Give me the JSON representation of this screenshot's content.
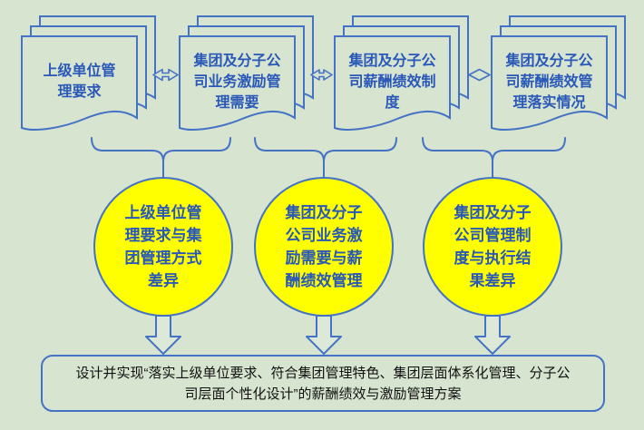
{
  "colors": {
    "background": "#d6e4d0",
    "border_blue": "#4472c4",
    "text_blue": "#2a58b8",
    "circle_fill": "#ffff00",
    "arrow_fill": "#dde9d8",
    "bottom_text": "#111111"
  },
  "documents": [
    {
      "label": "上级单位管\n理要求"
    },
    {
      "label": "集团及分子公\n司业务激励管\n理需要"
    },
    {
      "label": "集团及分子公\n司薪酬绩效制\n度"
    },
    {
      "label": "集团及分子公\n司薪酬绩效管\n理落实情况"
    }
  ],
  "circles": [
    {
      "label": "上级单位管\n理要求与集\n团管理方式\n差异"
    },
    {
      "label": "集团及分子\n公司业务激\n励需要与薪\n酬绩效管理"
    },
    {
      "label": "集团及分子\n公司管理制\n度与执行结\n果差异"
    }
  ],
  "conclusion": {
    "text": "设计并实现“落实上级单位要求、符合集团管理特色、集团层面体系化管理、分子公\n司层面个性化设计”的薪酬绩效与激励管理方案"
  }
}
